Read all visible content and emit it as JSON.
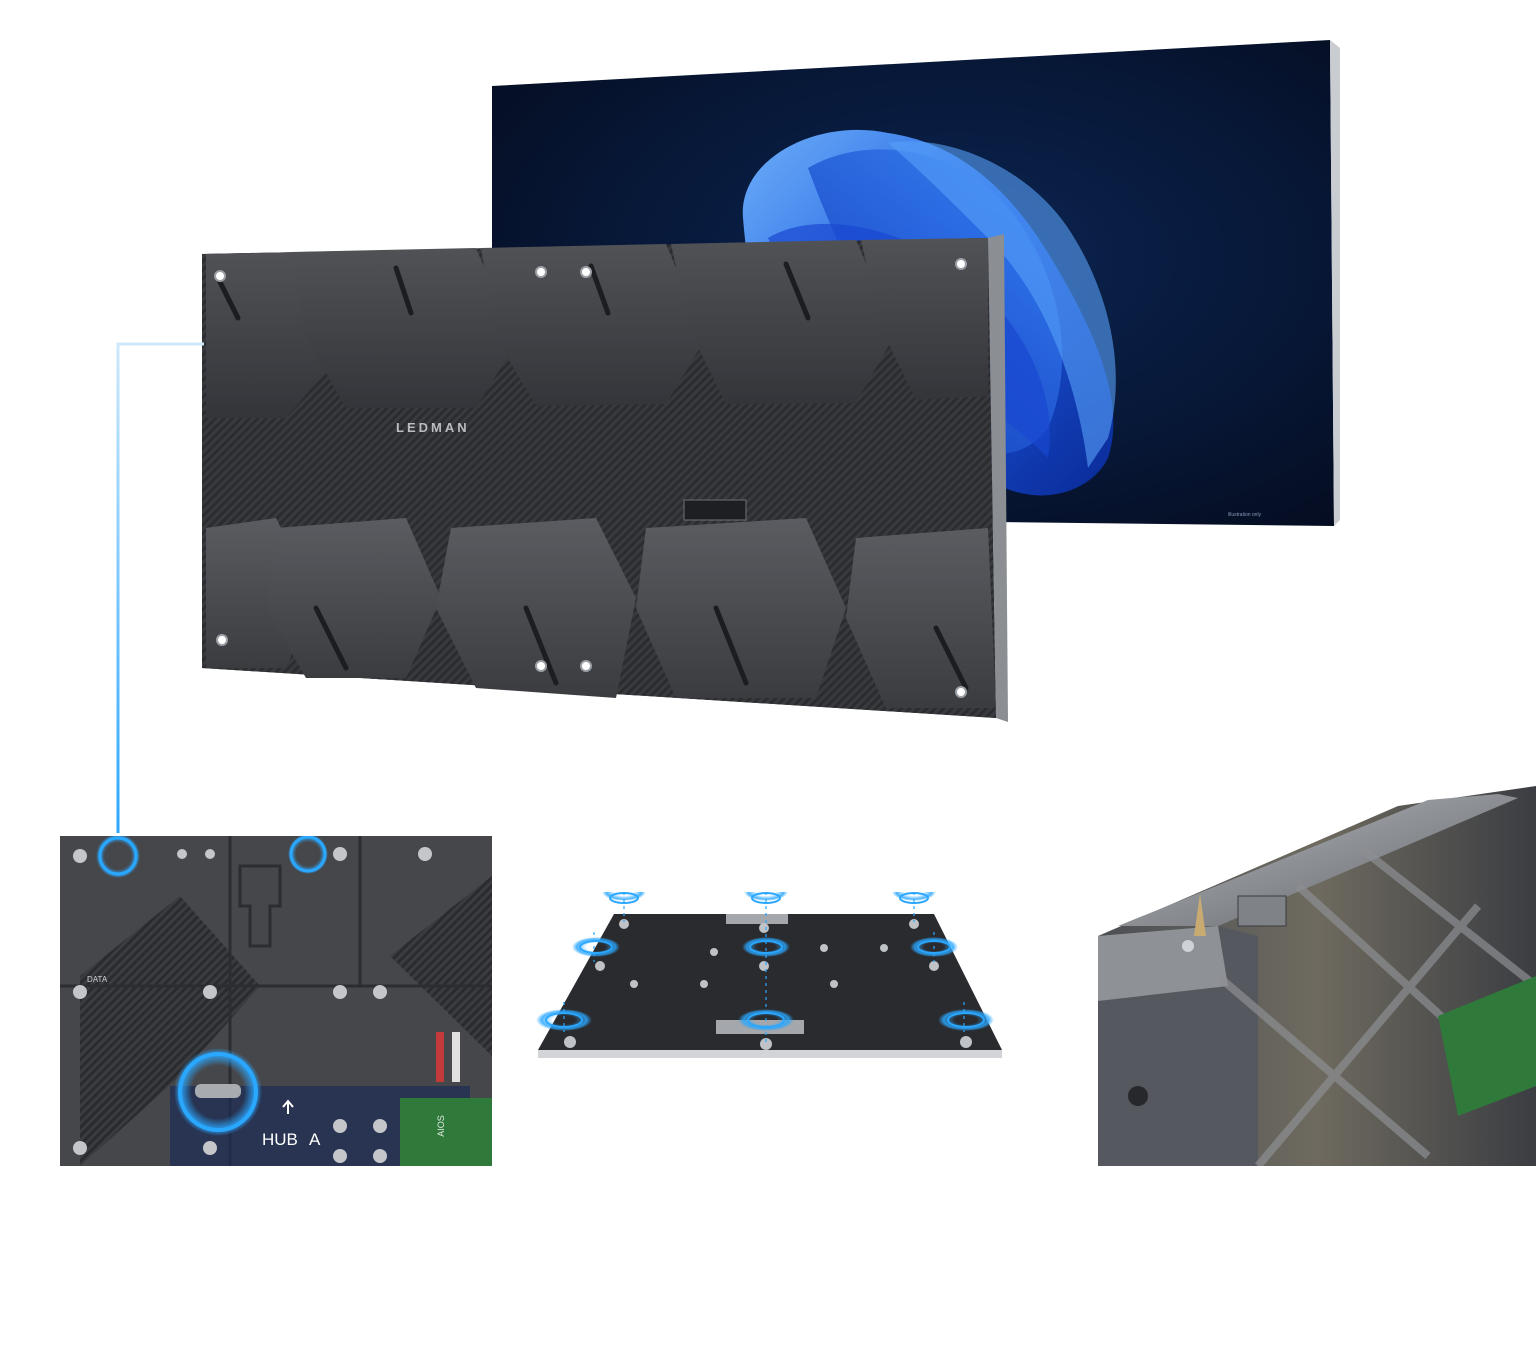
{
  "cabinet": {
    "brand": "LEDMAN"
  },
  "module_detail": {
    "data_label": "DATA",
    "hub_label": "HUB",
    "port_label": "A",
    "board_label": "AIOS"
  },
  "colors": {
    "accent_blue": "#2aa7ff",
    "screen_background": "#06112a",
    "cabinet_body": "#3b3c3f",
    "pcb_green": "#2f7a3a"
  }
}
